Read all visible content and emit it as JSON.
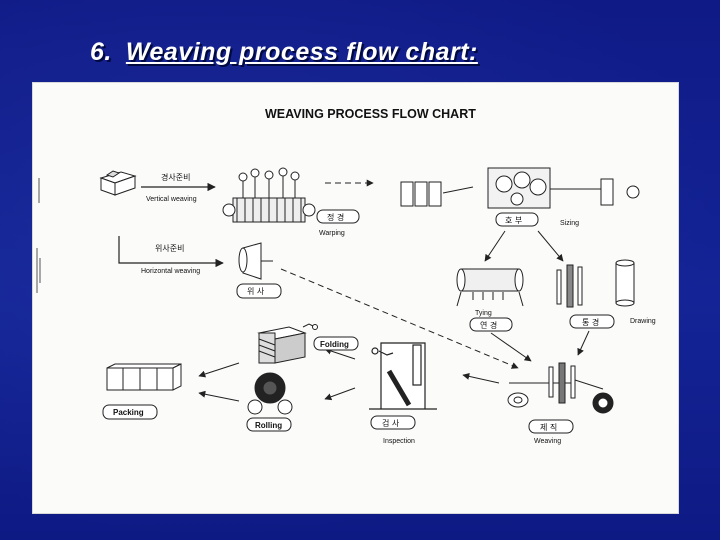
{
  "slide": {
    "number": "6.",
    "title": "Weaving process flow chart:",
    "colors": {
      "background": "#101c88",
      "title": "#ffffff"
    }
  },
  "diagram": {
    "title": "WEAVING PROCESS FLOW CHART",
    "warp_prep_kr": "경사준비",
    "warp_prep_en": "Vertical weaving",
    "weft_prep_kr": "위사준비",
    "weft_prep_en": "Horizontal weaving",
    "warping_kr": "정 경",
    "warping_en": "Warping",
    "sizing_kr": "호 부",
    "sizing_en": "Sizing",
    "weft_kr": "위 사",
    "tying_kr": "연 경",
    "tying_en": "Tying",
    "drawing_kr": "통 경",
    "drawing_en": "Drawing",
    "folding": "Folding",
    "packing": "Packing",
    "rolling": "Rolling",
    "inspection_kr": "검 사",
    "inspection_en": "Inspection",
    "weaving_kr": "제 직",
    "weaving_en": "Weaving"
  }
}
